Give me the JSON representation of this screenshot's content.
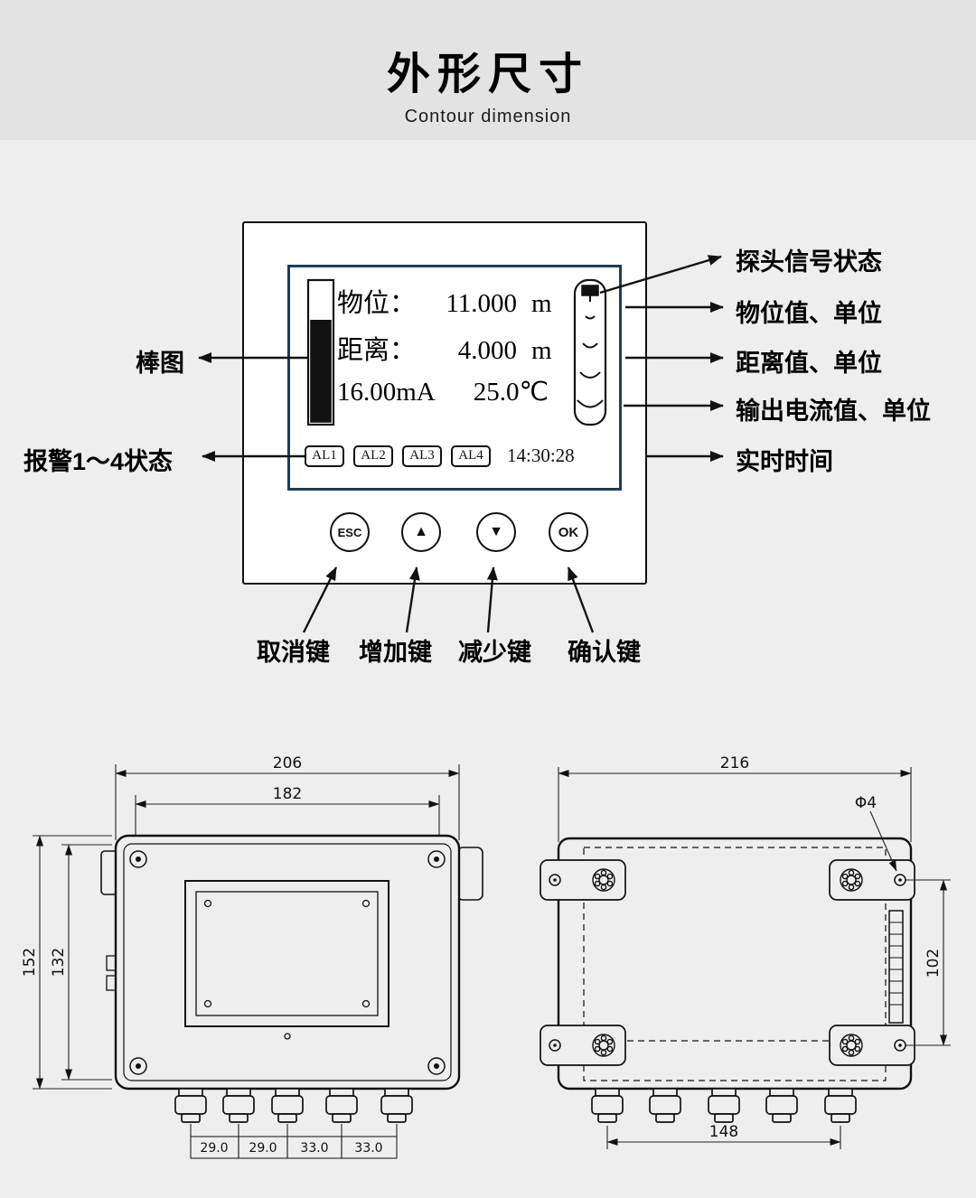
{
  "header": {
    "title": "外形尺寸",
    "subtitle": "Contour dimension"
  },
  "panel": {
    "display": {
      "line1": {
        "label": "物位：",
        "value": "11.000",
        "unit": "m"
      },
      "line2": {
        "label": "距离：",
        "value": "4.000",
        "unit": "m"
      },
      "line3": {
        "current": "16.00mA",
        "temperature": "25.0℃"
      },
      "alarms": {
        "al1": "AL1",
        "al2": "AL2",
        "al3": "AL3",
        "al4": "AL4"
      },
      "time": "14:30:28"
    },
    "buttons": {
      "esc": "ESC",
      "up": "▲",
      "down": "▼",
      "ok": "OK"
    }
  },
  "callouts": {
    "bar_graph": "棒图",
    "alarm_status": "报警1～4状态",
    "probe_signal": "探头信号状态",
    "level_value_unit": "物位值、单位",
    "distance_value_unit": "距离值、单位",
    "output_current_unit": "输出电流值、单位",
    "real_time": "实时时间",
    "cancel_key": "取消键",
    "increase_key": "增加键",
    "decrease_key": "减少键",
    "confirm_key": "确认键"
  },
  "front_view": {
    "dim_width_outer": "206",
    "dim_width_inner": "182",
    "dim_height_outer": "152",
    "dim_height_inner": "132",
    "gland_dims": [
      "29.0",
      "29.0",
      "33.0",
      "33.0"
    ]
  },
  "rear_view": {
    "dim_width": "216",
    "dim_hole": "Φ4",
    "dim_height": "102",
    "dim_gland_span": "148"
  }
}
